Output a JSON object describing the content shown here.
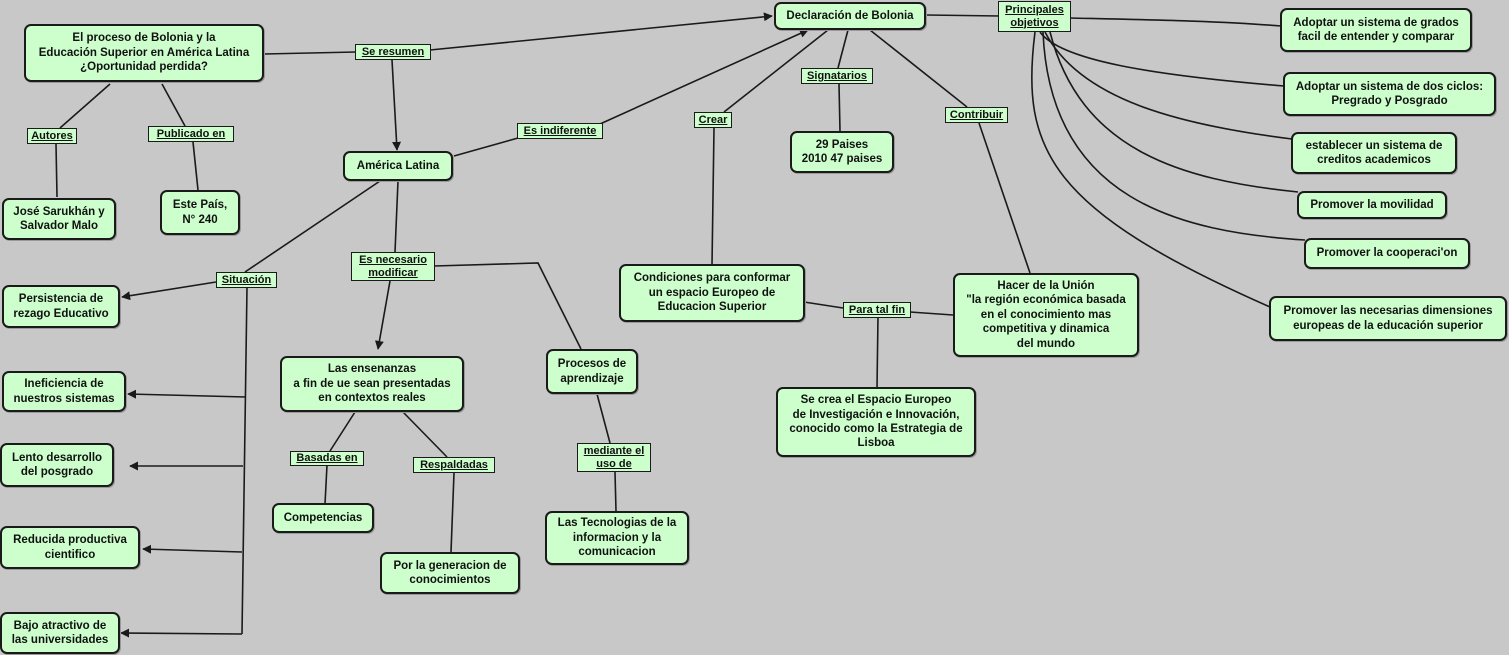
{
  "colors": {
    "background": "#c8c8c8",
    "node_fill": "#ccffcc",
    "stroke": "#1a1a1a"
  },
  "nodes": {
    "bolonia_libro": "El proceso de Bolonia y la\nEducación Superior en América Latina\n¿Oportunidad perdida?",
    "autores_val": "José Sarukhán y\nSalvador Malo",
    "publicado_val": "Este País,\nN° 240",
    "declaracion": "Declaración de Bolonia",
    "america_latina": "América Latina",
    "persistencia": "Persistencia de\nrezago Educativo",
    "ineficiencia": "Ineficiencia de\nnuestros sistemas",
    "lento": "Lento desarrollo\ndel posgrado",
    "reducida": "Reducida productiva\ncientifico",
    "bajo": "Bajo atractivo de\nlas universidades",
    "ensenanzas": "Las ensenanzas\na fin de ue sean presentadas\nen contextos reales",
    "competencias": "Competencias",
    "generacion": "Por la generacion de\nconocimientos",
    "procesos": "Procesos de\naprendizaje",
    "tecnologias": "Las Tecnologias de la\ninformacion y la\ncomunicacion",
    "condiciones": "Condiciones para conformar\nun espacio Europeo de\nEducacion Superior",
    "espacio_europeo": "Se crea el Espacio Europeo\nde Investigación e Innovación,\nconocido como la Estrategia de\nLisboa",
    "paises": "29 Paises\n2010 47 paises",
    "hacer_union": "Hacer de la Unión\n\"la región económica basada\nen el conocimiento mas\ncompetitiva y dinamica\ndel mundo",
    "obj1": "Adoptar un sistema de grados\nfacil de entender y comparar",
    "obj2": "Adoptar un sistema de dos ciclos:\nPregrado y Posgrado",
    "obj3": "establecer un sistema de\ncreditos academicos",
    "obj4": "Promover la movilidad",
    "obj5": "Promover la cooperaci'on",
    "obj6": "Promover las necesarias dimensiones\neuropeas de la educación superior"
  },
  "labels": {
    "se_resumen": "Se resumen",
    "autores": "Autores",
    "publicado_en": "Publicado en",
    "es_indiferente": "Es indiferente",
    "situacion": "Situación",
    "es_necesario": "Es necesario\nmodificar",
    "basadas_en": "Basadas en",
    "respaldadas": "Respaldadas",
    "mediante": "mediante el\nuso de",
    "crear": "Crear",
    "signatarios": "Signatarios",
    "contribuir": "Contribuir",
    "para_tal_fin": "Para tal fin",
    "principales_objetivos": "Principales\nobjetivos"
  }
}
